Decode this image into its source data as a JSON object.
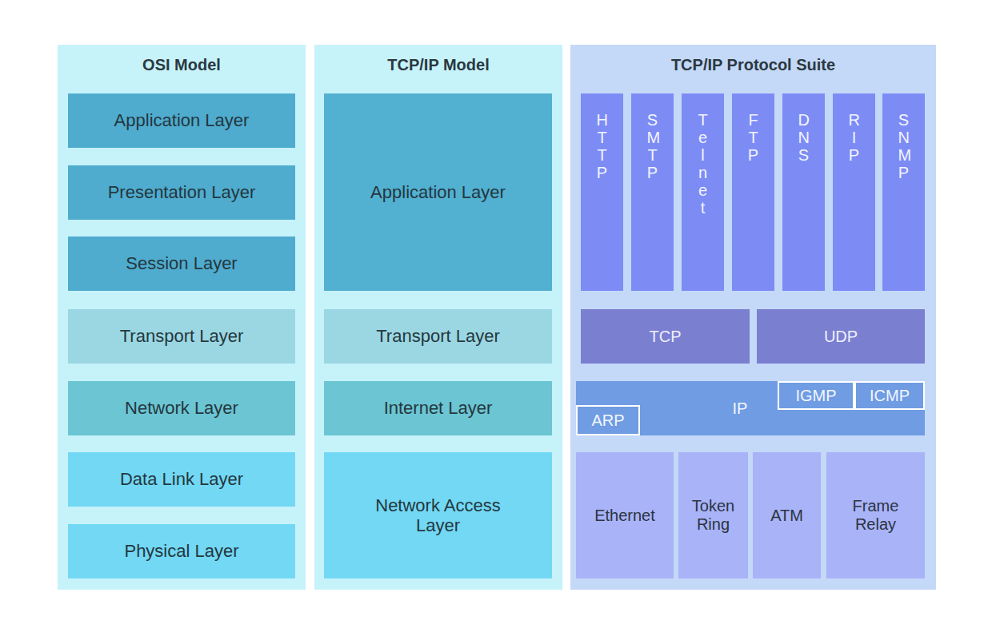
{
  "diagram": {
    "nodes": [
      {
        "text": [
          "OSI Model"
        ]
      },
      {
        "text": [
          "Application Layer"
        ],
        "in": 0
      },
      {
        "text": [
          "Presentation Layer"
        ],
        "in": 0
      },
      {
        "text": [
          "Session Layer"
        ],
        "in": 0
      },
      {
        "text": [
          "Transport Layer"
        ],
        "in": 0
      },
      {
        "text": [
          "Network Layer"
        ],
        "in": 0
      },
      {
        "text": [
          "Data Link Layer"
        ],
        "in": 0
      },
      {
        "text": [
          "Physical Layer"
        ],
        "in": 0
      },
      {
        "text": [
          "TCP/IP Model"
        ]
      },
      {
        "text": [
          "Application Layer"
        ],
        "in": 8
      },
      {
        "text": [
          "Transport Layer"
        ],
        "in": 8
      },
      {
        "text": [
          "Internet Layer"
        ],
        "in": 8
      },
      {
        "text": [
          "Network Access Layer"
        ],
        "in": 8
      },
      {
        "text": [
          "TCP/IP Protocol Suite"
        ]
      },
      {
        "text": [
          "HTTP"
        ],
        "in": 13
      },
      {
        "text": [
          "SMTP"
        ],
        "in": 13
      },
      {
        "text": [
          "Telnet"
        ],
        "in": 13
      },
      {
        "text": [
          "FTP"
        ],
        "in": 13
      },
      {
        "text": [
          "DNS"
        ],
        "in": 13
      },
      {
        "text": [
          "RIP"
        ],
        "in": 13
      },
      {
        "text": [
          "SNMP"
        ],
        "in": 13
      },
      {
        "text": [
          "TCP"
        ],
        "in": 13
      },
      {
        "text": [
          "UDP"
        ],
        "in": 13
      },
      {
        "text": [
          "IP"
        ],
        "in": 13
      },
      {
        "text": [
          "IGMP"
        ],
        "in": 23
      },
      {
        "text": [
          "ICMP"
        ],
        "in": 23
      },
      {
        "text": [
          "ARP"
        ],
        "in": 23
      },
      {
        "text": [
          "Ethernet"
        ],
        "in": 13
      },
      {
        "text": [
          "Token Ring"
        ],
        "in": 13
      },
      {
        "text": [
          "ATM"
        ],
        "in": 13
      },
      {
        "text": [
          "Frame Relay"
        ],
        "in": 13
      }
    ]
  }
}
